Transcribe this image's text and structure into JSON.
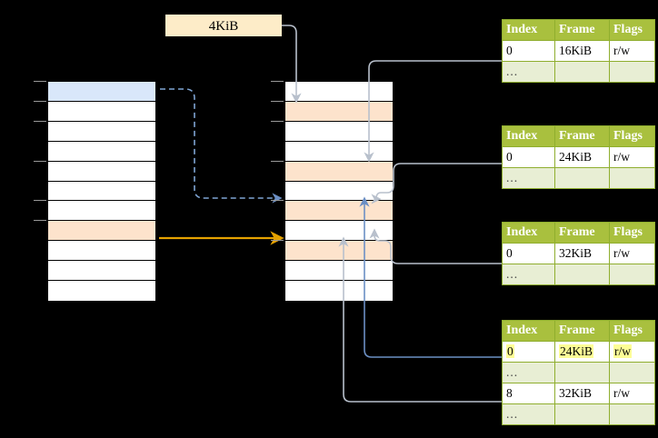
{
  "diagram": {
    "title_label": "4KiB",
    "page_size_box": {
      "label": "4KiB"
    }
  },
  "left_column": {
    "name": "virtual-address-space",
    "rows": [
      {
        "index": 0,
        "fill": "blue",
        "label": ""
      },
      {
        "index": 1,
        "fill": "white",
        "label": ""
      },
      {
        "index": 2,
        "fill": "white",
        "label": ""
      },
      {
        "index": 3,
        "fill": "white",
        "label": ""
      },
      {
        "index": 4,
        "fill": "white",
        "label": ""
      },
      {
        "index": 5,
        "fill": "white",
        "label": ""
      },
      {
        "index": 6,
        "fill": "white",
        "label": ""
      },
      {
        "index": 7,
        "fill": "peach",
        "label": ""
      },
      {
        "index": 8,
        "fill": "white",
        "label": ""
      },
      {
        "index": 9,
        "fill": "white",
        "label": ""
      },
      {
        "index": 10,
        "fill": "white",
        "label": ""
      }
    ]
  },
  "middle_column": {
    "name": "physical-memory",
    "rows": [
      {
        "index": 0,
        "fill": "white",
        "label": ""
      },
      {
        "index": 1,
        "fill": "peach",
        "label": ""
      },
      {
        "index": 2,
        "fill": "white",
        "label": ""
      },
      {
        "index": 3,
        "fill": "white",
        "label": ""
      },
      {
        "index": 4,
        "fill": "peach",
        "label": ""
      },
      {
        "index": 5,
        "fill": "white",
        "label": ""
      },
      {
        "index": 6,
        "fill": "peach",
        "label": ""
      },
      {
        "index": 7,
        "fill": "white",
        "label": ""
      },
      {
        "index": 8,
        "fill": "peach",
        "label": ""
      },
      {
        "index": 9,
        "fill": "white",
        "label": ""
      },
      {
        "index": 10,
        "fill": "white",
        "label": ""
      }
    ]
  },
  "page_tables": [
    {
      "name": "page-table-1",
      "headers": [
        "Index",
        "Frame",
        "Flags"
      ],
      "rows": [
        {
          "cells": [
            "0",
            "16KiB",
            "r/w"
          ],
          "style": "data",
          "highlight": false
        },
        {
          "cells": [
            "...",
            "",
            ""
          ],
          "style": "ellipsis",
          "highlight": false
        }
      ]
    },
    {
      "name": "page-table-2",
      "headers": [
        "Index",
        "Frame",
        "Flags"
      ],
      "rows": [
        {
          "cells": [
            "0",
            "24KiB",
            "r/w"
          ],
          "style": "data",
          "highlight": false
        },
        {
          "cells": [
            "...",
            "",
            ""
          ],
          "style": "ellipsis",
          "highlight": false
        }
      ]
    },
    {
      "name": "page-table-3",
      "headers": [
        "Index",
        "Frame",
        "Flags"
      ],
      "rows": [
        {
          "cells": [
            "0",
            "32KiB",
            "r/w"
          ],
          "style": "data",
          "highlight": false
        },
        {
          "cells": [
            "...",
            "",
            ""
          ],
          "style": "ellipsis",
          "highlight": false
        }
      ]
    },
    {
      "name": "page-table-4",
      "headers": [
        "Index",
        "Frame",
        "Flags"
      ],
      "rows": [
        {
          "cells": [
            "0",
            "24KiB",
            "r/w"
          ],
          "style": "data",
          "highlight": true
        },
        {
          "cells": [
            "...",
            "",
            ""
          ],
          "style": "ellipsis",
          "highlight": false
        },
        {
          "cells": [
            "8",
            "32KiB",
            "r/w"
          ],
          "style": "data",
          "highlight": false
        },
        {
          "cells": [
            "...",
            "",
            ""
          ],
          "style": "ellipsis",
          "highlight": false
        }
      ]
    }
  ],
  "colors": {
    "background": "#000000",
    "header_green": "#a9c03e",
    "ellipsis_green": "#e8eed4",
    "highlight_yellow": "#fdfd96",
    "peach": "#fde3cc",
    "blue_fill": "#d9e7fa",
    "blue_arrow": "#6b8fc4",
    "orange_arrow": "#e5a200",
    "gray_wire": "#b3b3b3",
    "label_box": "#fdecc8"
  }
}
